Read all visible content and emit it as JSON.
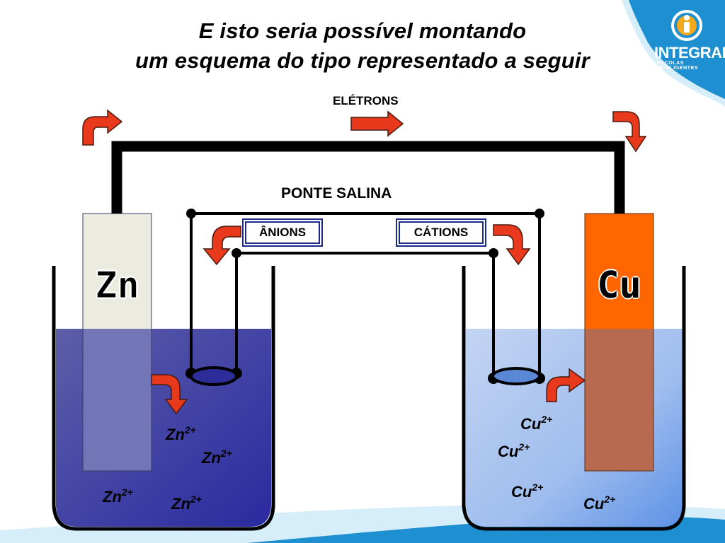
{
  "title": {
    "line1": "E isto seria possível montando",
    "line2": "um esquema do tipo representado a seguir"
  },
  "labels": {
    "electrons": "ELÉTRONS",
    "salt_bridge": "PONTE SALINA",
    "anions": "ÂNIONS",
    "cations": "CÁTIONS"
  },
  "electrodes": {
    "zinc": "Zn",
    "copper": "Cu"
  },
  "ions": {
    "zinc": {
      "symbol": "Zn",
      "charge": "2+"
    },
    "copper": {
      "symbol": "Cu",
      "charge": "2+"
    }
  },
  "logo": {
    "name": "INTEGRAL",
    "tagline": "ESCOLAS INTELIGENTES",
    "icon": "info-i-icon"
  },
  "colors": {
    "zinc_solution": "#3a3aa8",
    "copper_solution": "#a9c4ee",
    "copper_electrode": "#ff6600",
    "zinc_electrode": "#ecebe0",
    "arrow": "#e8391d",
    "logo_blue": "#1e8fd0"
  }
}
